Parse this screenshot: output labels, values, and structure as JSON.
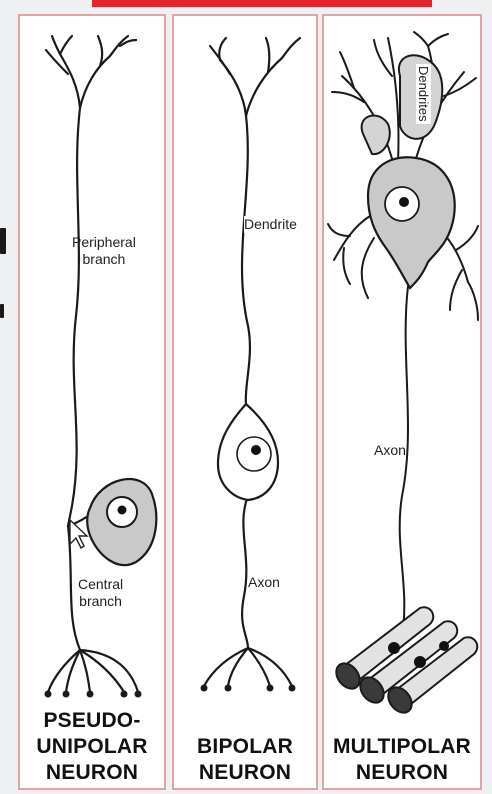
{
  "neurons": [
    {
      "title": "PSEUDO-\nUNIPOLAR\nNEURON",
      "labels": {
        "peripheral": "Peripheral\nbranch",
        "central": "Central\nbranch"
      }
    },
    {
      "title": "BIPOLAR\nNEURON",
      "labels": {
        "dendrite": "Dendrite",
        "axon": "Axon"
      }
    },
    {
      "title": "MULTIPOLAR\nNEURON",
      "labels": {
        "dendrites": "Dendrites",
        "axon": "Axon"
      }
    }
  ],
  "colors": {
    "accent": "#e5252b",
    "panel_border": "#e2a3a6",
    "cell_body": "#c9c9c9"
  }
}
